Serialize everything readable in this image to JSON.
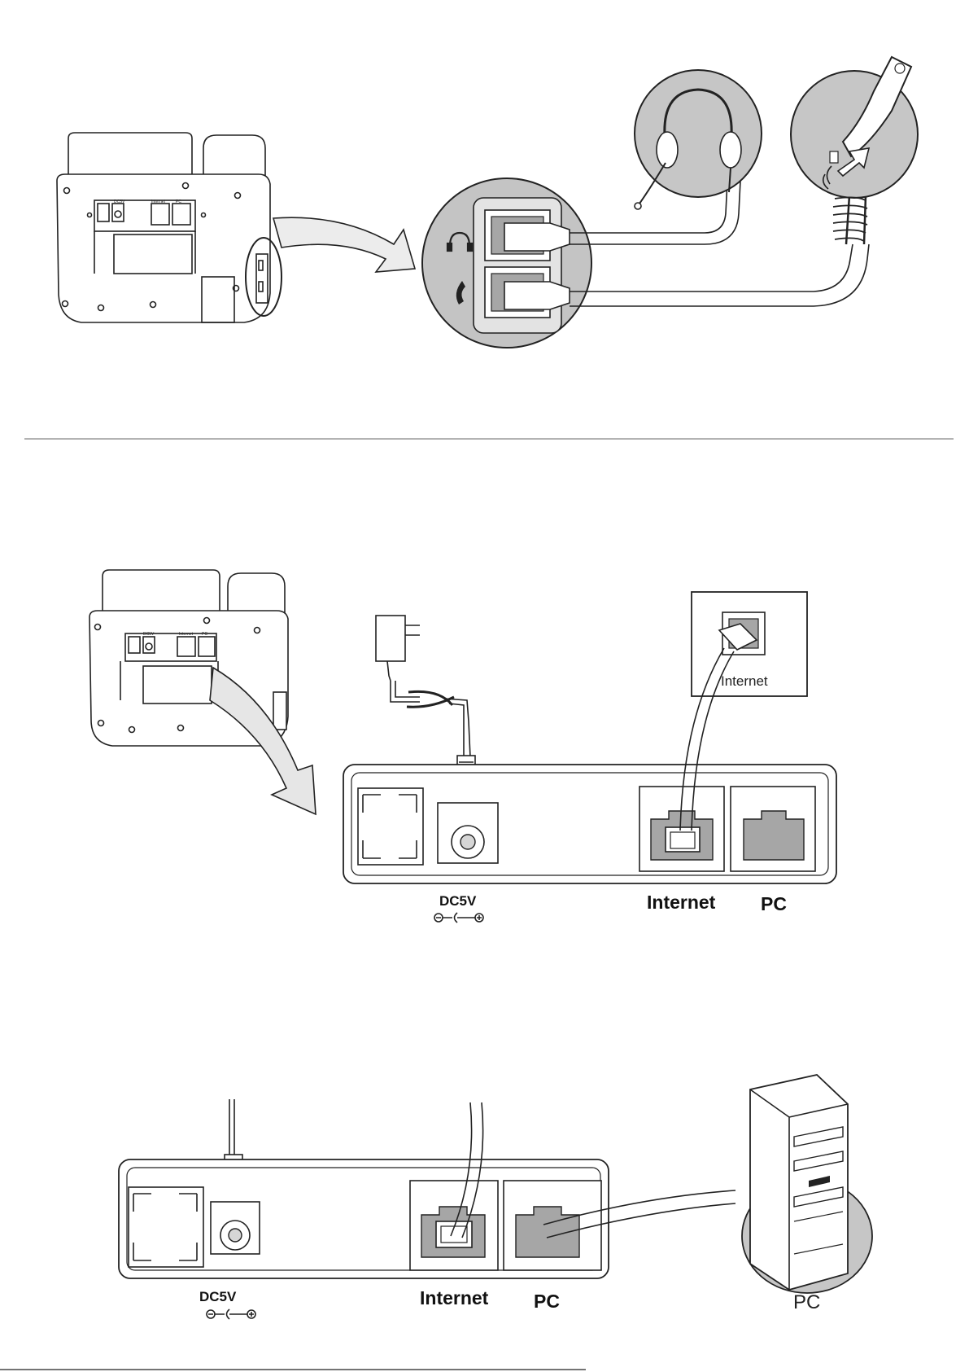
{
  "section1": {
    "phone_back": {
      "port_dc": "DC5V",
      "port_internet": "Internet",
      "port_pc": "PC"
    },
    "detail_icons": {
      "headset": "headset-icon",
      "handset": "handset-icon"
    }
  },
  "section2": {
    "phone_back": {
      "port_dc": "DC5V",
      "port_internet": "Internet",
      "port_pc": "PC"
    },
    "wall_jack_label": "Internet",
    "port_labels": {
      "dc": "DC5V",
      "internet": "Internet",
      "pc": "PC"
    }
  },
  "section3": {
    "port_labels": {
      "dc": "DC5V",
      "internet": "Internet",
      "pc": "PC"
    },
    "computer_label": "PC"
  },
  "colors": {
    "line": "#222222",
    "port_fill": "#a8a8a8",
    "zoom_fill": "#cfcfcf",
    "arrow_fill": "#e6e6e6",
    "divider": "#9a9a9a"
  }
}
